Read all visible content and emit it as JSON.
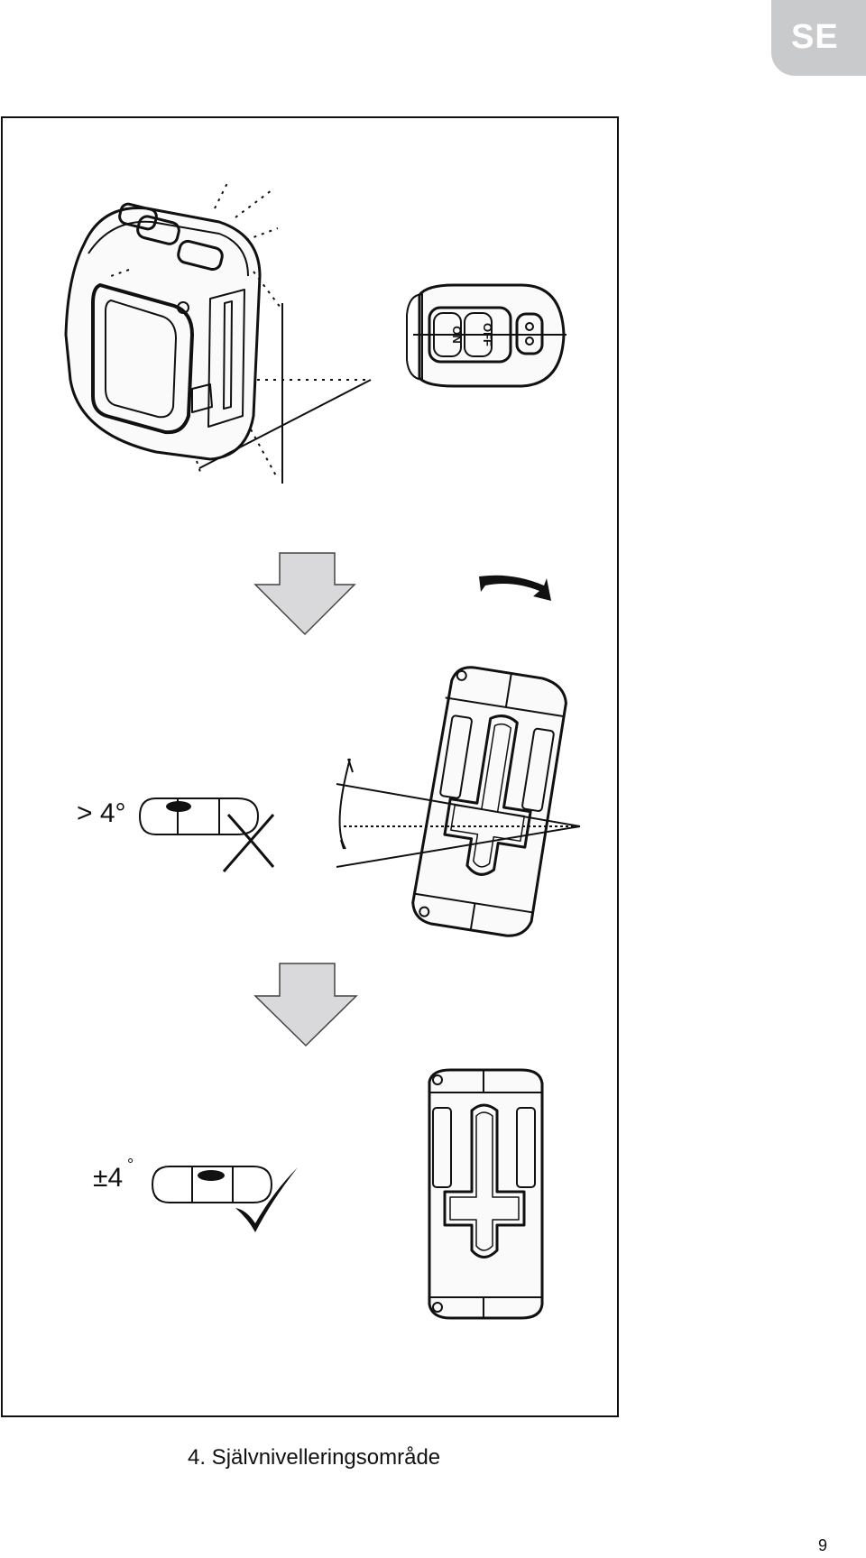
{
  "header": {
    "language_tab": "SE"
  },
  "figure": {
    "label_over": "> 4°",
    "label_within": "±4",
    "label_within_deg": "°",
    "device_buttons": {
      "on": "ON",
      "off": "OFF"
    }
  },
  "caption": "4. Självnivelleringsområde",
  "page_number": "9"
}
